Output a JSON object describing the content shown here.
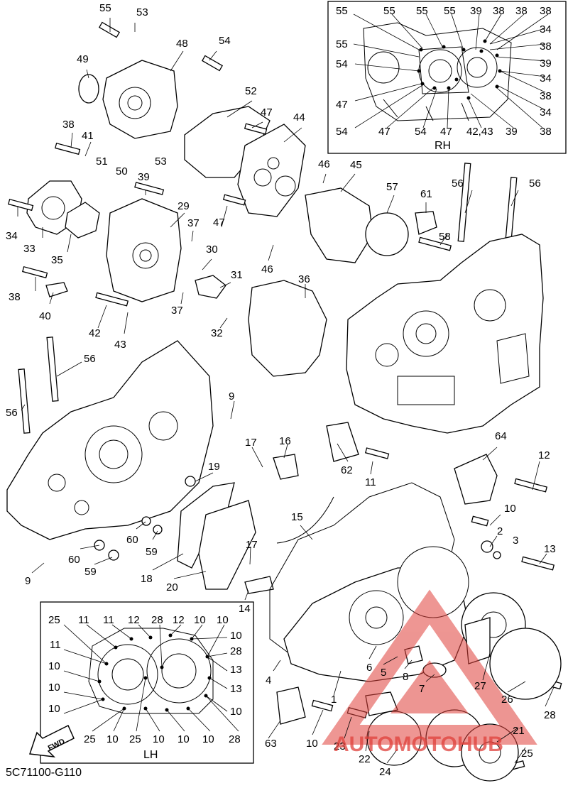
{
  "diagram": {
    "code": "5C71100-G110",
    "rh_box_label": "RH",
    "lh_box_label": "LH",
    "fwd_label": "FWD",
    "watermark": "AUTOMOTOHUB",
    "watermark_color": "#e0403a",
    "callouts": [
      {
        "t": "55"
      },
      {
        "t": "53"
      },
      {
        "t": "54"
      },
      {
        "t": "49"
      },
      {
        "t": "48"
      },
      {
        "t": "52"
      },
      {
        "t": "47"
      },
      {
        "t": "44"
      },
      {
        "t": "38"
      },
      {
        "t": "41"
      },
      {
        "t": "51"
      },
      {
        "t": "50"
      },
      {
        "t": "53"
      },
      {
        "t": "39"
      },
      {
        "t": "46"
      },
      {
        "t": "45"
      },
      {
        "t": "57"
      },
      {
        "t": "61"
      },
      {
        "t": "56"
      },
      {
        "t": "56"
      },
      {
        "t": "34"
      },
      {
        "t": "33"
      },
      {
        "t": "35"
      },
      {
        "t": "29"
      },
      {
        "t": "37"
      },
      {
        "t": "47"
      },
      {
        "t": "58"
      },
      {
        "t": "30"
      },
      {
        "t": "46"
      },
      {
        "t": "31"
      },
      {
        "t": "38"
      },
      {
        "t": "40"
      },
      {
        "t": "37"
      },
      {
        "t": "36"
      },
      {
        "t": "42"
      },
      {
        "t": "43"
      },
      {
        "t": "32"
      },
      {
        "t": "56"
      },
      {
        "t": "56"
      },
      {
        "t": "9"
      },
      {
        "t": "17"
      },
      {
        "t": "16"
      },
      {
        "t": "64"
      },
      {
        "t": "12"
      },
      {
        "t": "19"
      },
      {
        "t": "62"
      },
      {
        "t": "11"
      },
      {
        "t": "15"
      },
      {
        "t": "10"
      },
      {
        "t": "2"
      },
      {
        "t": "3"
      },
      {
        "t": "60"
      },
      {
        "t": "59"
      },
      {
        "t": "60"
      },
      {
        "t": "59"
      },
      {
        "t": "17"
      },
      {
        "t": "13"
      },
      {
        "t": "9"
      },
      {
        "t": "18"
      },
      {
        "t": "20"
      },
      {
        "t": "14"
      },
      {
        "t": "6"
      },
      {
        "t": "5"
      },
      {
        "t": "8"
      },
      {
        "t": "4"
      },
      {
        "t": "7"
      },
      {
        "t": "27"
      },
      {
        "t": "26"
      },
      {
        "t": "1"
      },
      {
        "t": "28"
      },
      {
        "t": "63"
      },
      {
        "t": "10"
      },
      {
        "t": "23"
      },
      {
        "t": "22"
      },
      {
        "t": "24"
      },
      {
        "t": "21"
      },
      {
        "t": "25"
      }
    ],
    "rh_callouts": [
      {
        "t": "55"
      },
      {
        "t": "55"
      },
      {
        "t": "55"
      },
      {
        "t": "55"
      },
      {
        "t": "39"
      },
      {
        "t": "38"
      },
      {
        "t": "38"
      },
      {
        "t": "38"
      },
      {
        "t": "55"
      },
      {
        "t": "34"
      },
      {
        "t": "38"
      },
      {
        "t": "54"
      },
      {
        "t": "39"
      },
      {
        "t": "34"
      },
      {
        "t": "47"
      },
      {
        "t": "38"
      },
      {
        "t": "54"
      },
      {
        "t": "47"
      },
      {
        "t": "54"
      },
      {
        "t": "47"
      },
      {
        "t": "42,43"
      },
      {
        "t": "39"
      },
      {
        "t": "38"
      },
      {
        "t": "34"
      }
    ],
    "lh_callouts": [
      {
        "t": "25"
      },
      {
        "t": "11"
      },
      {
        "t": "11"
      },
      {
        "t": "12"
      },
      {
        "t": "28"
      },
      {
        "t": "12"
      },
      {
        "t": "10"
      },
      {
        "t": "10"
      },
      {
        "t": "11"
      },
      {
        "t": "10"
      },
      {
        "t": "28"
      },
      {
        "t": "10"
      },
      {
        "t": "13"
      },
      {
        "t": "10"
      },
      {
        "t": "13"
      },
      {
        "t": "10"
      },
      {
        "t": "10"
      },
      {
        "t": "25"
      },
      {
        "t": "10"
      },
      {
        "t": "25"
      },
      {
        "t": "10"
      },
      {
        "t": "10"
      },
      {
        "t": "10"
      },
      {
        "t": "28"
      }
    ]
  }
}
